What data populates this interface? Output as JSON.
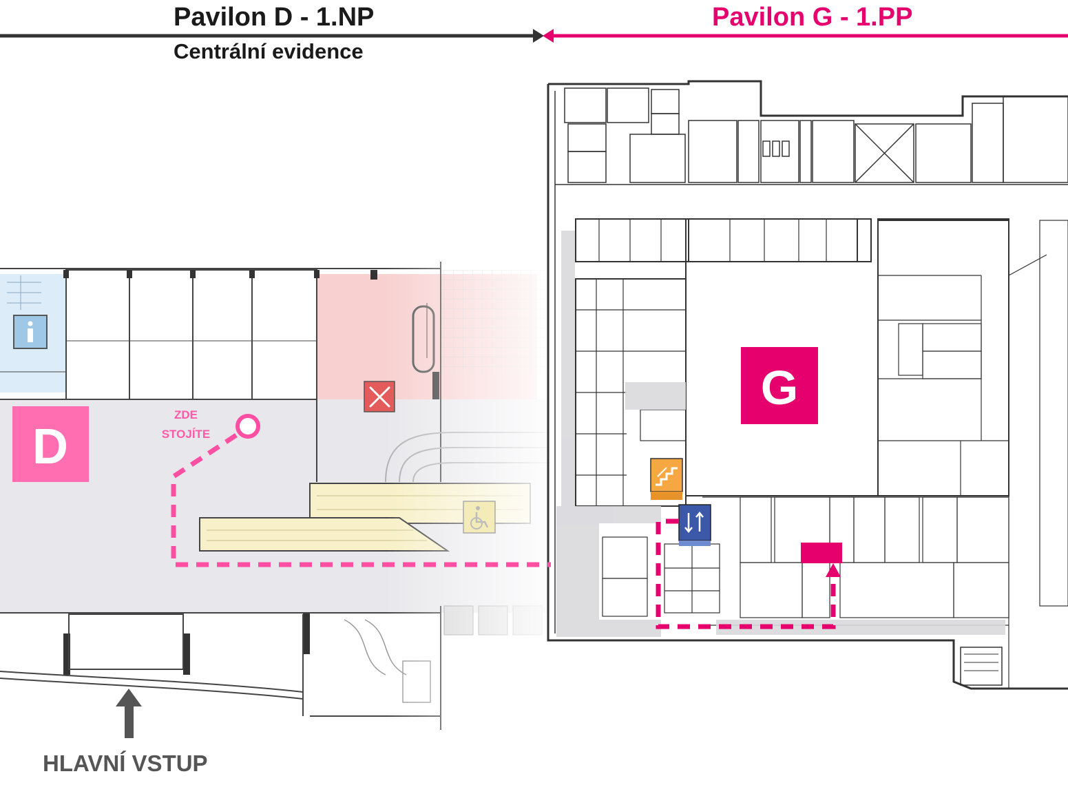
{
  "header": {
    "left_title": "Pavilon D - 1.NP",
    "left_subtitle": "Centrální evidence",
    "right_title": "Pavilon G - 1.PP"
  },
  "map": {
    "pavilion_d_label": "D",
    "pavilion_g_label": "G",
    "you_are_here_line1": "ZDE",
    "you_are_here_line2": "STOJÍTE",
    "entrance_label": "HLAVNÍ VSTUP",
    "icons": [
      "info-icon",
      "restaurant-icon",
      "wheelchair-icon",
      "stairs-icon",
      "elevator-icon",
      "destination-marker-icon",
      "entrance-arrow-icon"
    ]
  },
  "colors": {
    "accent_magenta": "#e6006e",
    "pavilion_d_pink": "#ff6eb0",
    "route_pink": "#ff4fa3",
    "dark_header": "#333333",
    "info_blue": "#9fc8e6",
    "restaurant_red": "#f7c6c6",
    "stairs_orange": "#f5a842",
    "elevator_blue": "#3b59a8",
    "corridor_gray": "#e6e6e9",
    "ramp_yellow": "#f7f0c8"
  }
}
